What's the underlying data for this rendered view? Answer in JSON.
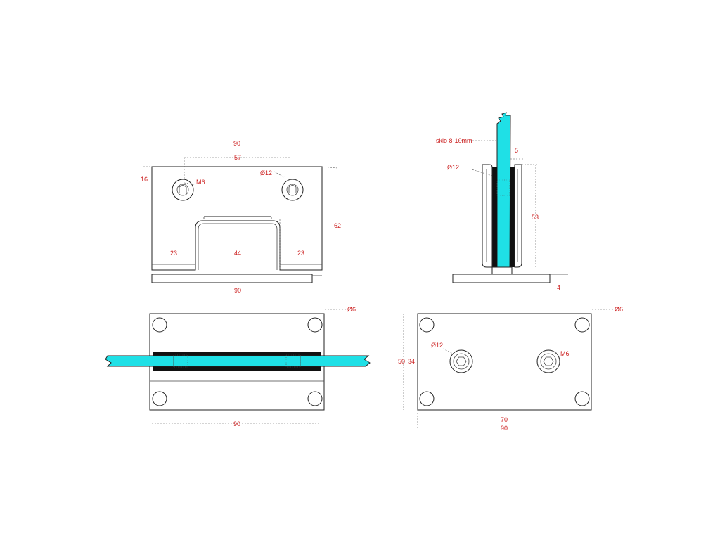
{
  "colors": {
    "glass": "#1fe0e6",
    "dimension_text": "#cc1f1f",
    "outline": "#222222",
    "rubber_strip": "#111111"
  },
  "front_view": {
    "overall_width": "90",
    "hole_spacing": "57",
    "top_offset": "16",
    "height": "62",
    "thread_label": "M6",
    "hole_label": "Ø12",
    "left_width": "23",
    "slot_width": "44",
    "right_width": "23",
    "base_width": "90"
  },
  "side_view": {
    "glass_label": "sklo 8-10mm",
    "gap": "5",
    "hole_label": "Ø12",
    "height": "53",
    "plate_thickness": "4"
  },
  "top_view": {
    "hole_label": "Ø6",
    "width": "90"
  },
  "bottom_view": {
    "corner_hole_label": "Ø6",
    "hole_label": "Ø12",
    "thread_label": "M6",
    "height": "50",
    "hole_spacing_vertical": "34",
    "hole_spacing": "70",
    "width": "90"
  }
}
